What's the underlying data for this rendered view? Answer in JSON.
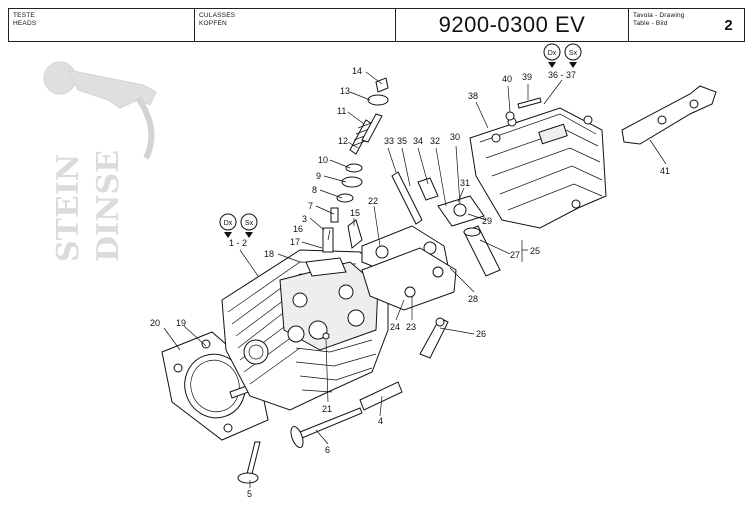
{
  "header": {
    "left_line1": "TESTE",
    "left_line2": "HEADS",
    "mid_line1": "CULASSES",
    "mid_line2": "KOPFEN",
    "drawing_code": "9200-0300 EV",
    "right_line1": "Tavola - Drawing",
    "right_line2": "Table - Bild",
    "page_number": "2"
  },
  "watermark": {
    "line1": "STEIN",
    "line2": "DINSE"
  },
  "side_markers": {
    "dx": "Dx",
    "sx": "Sx",
    "left_pair": "1 - 2",
    "right_pair": "36 - 37"
  },
  "callouts": {
    "c3": "3",
    "c4": "4",
    "c5": "5",
    "c6": "6",
    "c7": "7",
    "c8": "8",
    "c9": "9",
    "c10": "10",
    "c11": "11",
    "c12": "12",
    "c13": "13",
    "c14": "14",
    "c15": "15",
    "c16": "16",
    "c17": "17",
    "c18": "18",
    "c19": "19",
    "c20": "20",
    "c21": "21",
    "c22": "22",
    "c23": "23",
    "c24": "24",
    "c25": "25",
    "c26": "26",
    "c27": "27",
    "c28": "28",
    "c29": "29",
    "c30": "30",
    "c31": "31",
    "c32": "32",
    "c33": "33",
    "c34": "34",
    "c35": "35",
    "c38": "38",
    "c39": "39",
    "c40": "40",
    "c41": "41"
  }
}
